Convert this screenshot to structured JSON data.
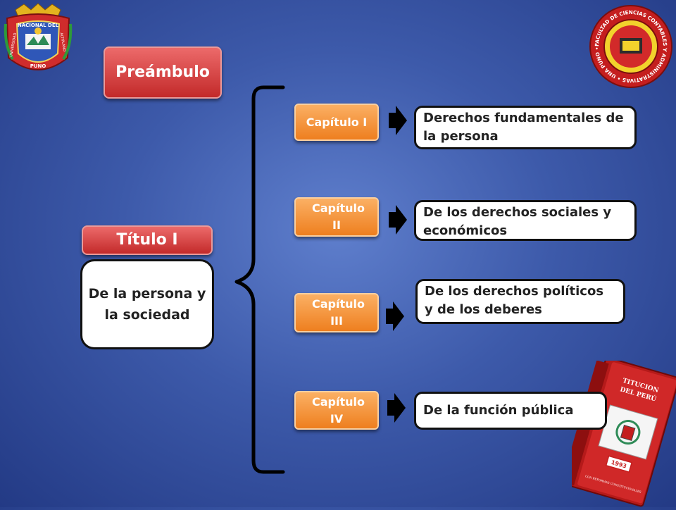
{
  "preambulo": "Preámbulo",
  "titulo": "Título I",
  "titulo_desc": "De la persona y la sociedad",
  "chapters": [
    {
      "label": "Capítulo I",
      "desc": "Derechos fundamentales de la persona"
    },
    {
      "label": "Capítulo II",
      "desc": "De los derechos sociales y económicos"
    },
    {
      "label": "Capítulo III",
      "desc": "De los derechos políticos y de los deberes"
    },
    {
      "label": "Capítulo IV",
      "desc": "De la función pública"
    }
  ],
  "logos": {
    "left_text_top": "NACIONAL DEL",
    "left_text_left": "UNIVERSIDAD",
    "left_text_right": "ALTIPLANO",
    "left_text_bottom": "PUNO",
    "right_text": "FACULTAD DE CIENCIAS CONTABLES Y ADMINISTRATIVAS • UNA PUNO •"
  },
  "book": {
    "title_line1": "TITUCION",
    "title_line2": "DEL PERÚ",
    "year": "1993",
    "footer": "CON REFORMAS CONSTITUCIONALES"
  },
  "colors": {
    "background": "#3d5aaa",
    "red_button": "#d84040",
    "orange_button": "#f4922f"
  }
}
